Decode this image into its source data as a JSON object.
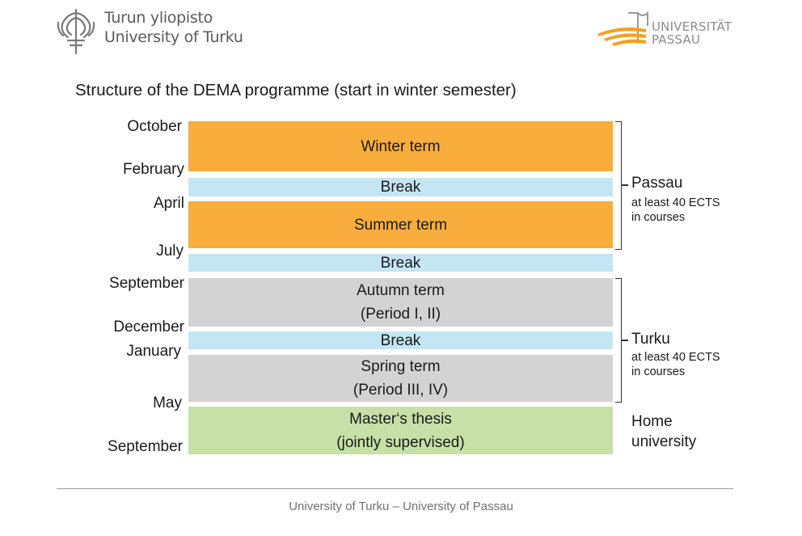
{
  "header": {
    "turku_line1": "Turun yliopisto",
    "turku_line2": "University of Turku",
    "passau_line1": "UNIVERSITÄT",
    "passau_line2": "PASSAU",
    "turku_logo_icon": "trident-emblem-icon",
    "passau_logo_icon": "passau-arch-icon",
    "passau_accent": "#f3a023"
  },
  "title": "Structure of the DEMA programme (start in winter semester)",
  "months": {
    "october": "October",
    "february": "February",
    "april": "April",
    "july": "July",
    "september1": "September",
    "december": "December",
    "january": "January",
    "may": "May",
    "september2": "September"
  },
  "blocks": {
    "winter": "Winter term",
    "break1": "Break",
    "summer": "Summer term",
    "break2": "Break",
    "autumn_line1": "Autumn term",
    "autumn_line2": "(Period I, II)",
    "break3": "Break",
    "spring_line1": "Spring term",
    "spring_line2": "(Period III, IV)",
    "thesis_line1": "Master‘s thesis",
    "thesis_line2": "(jointly supervised)"
  },
  "locations": {
    "passau_title": "Passau",
    "passau_line1": "at least 40 ECTS",
    "passau_line2": "in courses",
    "turku_title": "Turku",
    "turku_line1": "at least 40 ECTS",
    "turku_line2": "in courses",
    "home_line1": "Home",
    "home_line2": "university"
  },
  "colors": {
    "term_passau": "#f9ad3c",
    "break": "#c4e6f4",
    "term_turku": "#d3d3d3",
    "thesis": "#c6e0a8"
  },
  "footer": "University of Turku – University of Passau"
}
